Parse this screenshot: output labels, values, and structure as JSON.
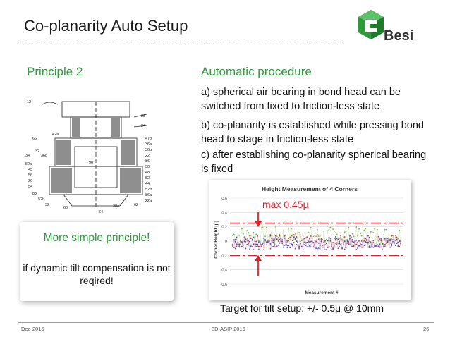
{
  "slide": {
    "title": "Co-planarity Auto Setup",
    "logo_text": "Besi",
    "principle_heading": "Principle 2",
    "procedure_heading": "Automatic procedure",
    "steps": [
      "a) spherical air bearing in bond head can be switched from fixed to friction-less state",
      "b) co-planarity is established while pressing bond head to stage in friction-less state",
      "c) after establishing co-planarity spherical bearing is fixed"
    ],
    "callout_heading": "More simple principle!",
    "callout_body": "if dynamic tilt compensation is not reqired!",
    "max_label": "max 0.45μ",
    "target_text": "Target for tilt setup: +/- 0.5μ @ 10mm"
  },
  "drawing": {
    "labels": [
      "12",
      "28",
      "24",
      "66",
      "42a",
      "47b",
      "36a",
      "36b",
      "32",
      "34",
      "36b",
      "22",
      "86",
      "52a",
      "45",
      "56",
      "26",
      "54",
      "50",
      "48",
      "52",
      "44",
      "88",
      "90",
      "64",
      "52b",
      "32",
      "52d",
      "60",
      "62",
      "86a",
      "22a",
      "30a"
    ]
  },
  "footer": {
    "left": "Dec-2016",
    "center": "3D-ASIP 2016",
    "page": "26"
  },
  "chart_data": {
    "type": "scatter",
    "title": "Height Measurement of 4 Corners",
    "xlabel": "Measurement #",
    "ylabel": "Corner Height [μ]",
    "ylim": [
      -0.6,
      0.6
    ],
    "yticks": [
      "0,6",
      "0,4",
      "0,2",
      "0",
      "-0,2",
      "-0,4",
      "-0,6"
    ],
    "grid": true,
    "reference_lines": [
      0.25,
      -0.2
    ],
    "series": [
      {
        "color": "#7ab648",
        "mean": 0.08,
        "spread": 0.12
      },
      {
        "color": "#c0392b",
        "mean": 0.0,
        "spread": 0.09
      },
      {
        "color": "#3b4fa8",
        "mean": -0.02,
        "spread": 0.08
      },
      {
        "color": "#8e44ad",
        "mean": -0.04,
        "spread": 0.08
      }
    ]
  },
  "colors": {
    "accent_green": "#2e9a3c",
    "red": "#e0212c"
  }
}
